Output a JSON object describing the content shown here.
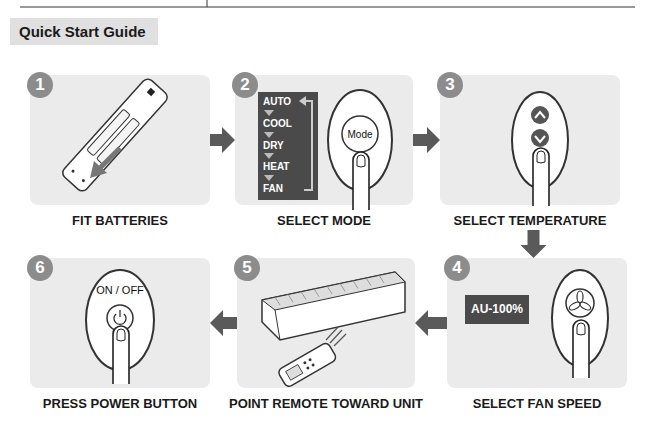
{
  "diagram": {
    "title": "Quick Start Guide",
    "nodes": [
      {
        "text": [
          "1",
          "FIT BATTERIES"
        ]
      },
      {
        "text": [
          "2",
          "SELECT MODE"
        ]
      },
      {
        "text": [
          "3",
          "SELECT TEMPERATURE"
        ]
      },
      {
        "text": [
          "4",
          "SELECT FAN SPEED"
        ]
      },
      {
        "text": [
          "5",
          "POINT REMOTE TOWARD UNIT"
        ]
      },
      {
        "text": [
          "6",
          "PRESS POWER BUTTON"
        ]
      }
    ],
    "edges": [
      {
        "from": 0,
        "to": 1,
        "arrow": "to"
      },
      {
        "from": 1,
        "to": 2,
        "arrow": "to"
      },
      {
        "from": 2,
        "to": 3,
        "arrow": "to"
      },
      {
        "from": 3,
        "to": 4,
        "arrow": "to"
      },
      {
        "from": 4,
        "to": 5,
        "arrow": "to"
      }
    ],
    "labels": [
      "AUTO",
      "COOL",
      "DRY",
      "HEAT",
      "FAN",
      "Mode",
      "AU-100%",
      "ON / OFF"
    ]
  }
}
